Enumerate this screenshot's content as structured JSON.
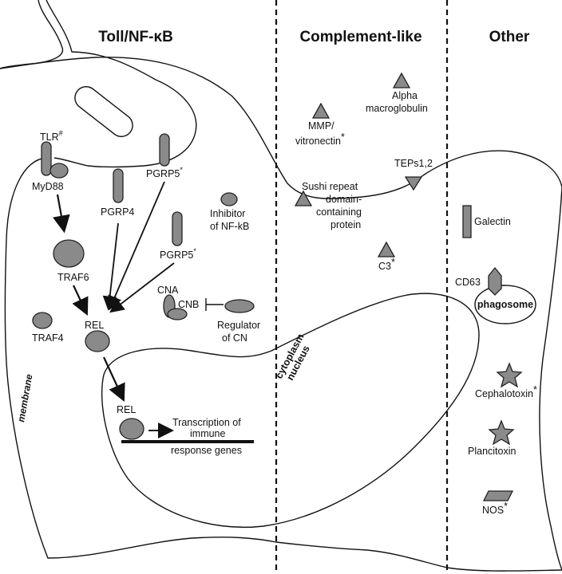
{
  "headers": {
    "toll": "Toll/NF-κB",
    "complement": "Complement-like",
    "other": "Other"
  },
  "labels": {
    "tlr": "TLR",
    "tlr_sup": "#",
    "myd88": "MyD88",
    "traf6": "TRAF6",
    "traf4": "TRAF4",
    "rel_cyto": "REL",
    "rel_nuc": "REL",
    "pgrp4": "PGRP4",
    "pgrp5_top": "PGRP5",
    "pgrp5_mid": "PGRP5",
    "pgrp5_sup": "*",
    "inhibitor_1": "Inhibitor",
    "inhibitor_2": "of NF-kB",
    "cna": "CNA",
    "cnb": "CNB",
    "regulator_1": "Regulator",
    "regulator_2": "of CN",
    "transcription_1": "Transcription of",
    "transcription_2": "immune",
    "transcription_3": "response genes",
    "membrane": "membrane",
    "cytoplasm": "cytoplasm",
    "nucleus": "nucleus",
    "mmp_1": "MMP/",
    "mmp_2": "vitronectin",
    "alpha_1": "Alpha",
    "alpha_2": "macroglobulin",
    "teps": "TEPs1,2",
    "sushi_1": "Sushi repeat",
    "sushi_2": "domain-",
    "sushi_3": "containing",
    "sushi_4": "protein",
    "c3": "C3",
    "galectin": "Galectin",
    "cd63": "CD63",
    "phagosome": "phagosome",
    "cephalotoxin": "Cephalotoxin",
    "plancitoxin": "Plancitoxin",
    "nos": "NOS",
    "star": "*"
  },
  "colors": {
    "protein_fill": "#8a8a8a",
    "outline": "#111111"
  }
}
